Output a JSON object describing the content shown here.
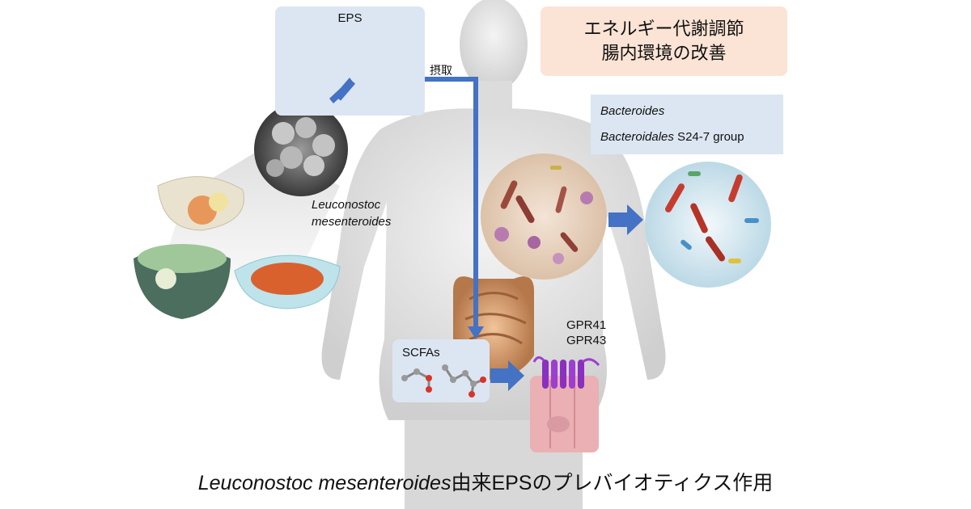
{
  "eps_panel": {
    "title": "EPS"
  },
  "intake_label": "摂取",
  "effects": {
    "line1": "エネルギー代謝調節",
    "line2": "腸内環境の改善"
  },
  "bacteria": {
    "item1": "Bacteroides",
    "item2_italic": "Bacteroidales",
    "item2_rest": " S24-7 group"
  },
  "organism": {
    "line1": "Leuconostoc",
    "line2": "mesenteroides"
  },
  "scfa_panel": {
    "title": "SCFAs"
  },
  "receptors": {
    "line1": "GPR41",
    "line2": "GPR43"
  },
  "caption": {
    "italic": "Leuconostoc mesenteroides",
    "rest": "由来EPSのプレバイオティクス作用"
  },
  "colors": {
    "panel_blue": "#dce6f2",
    "effect_peach": "#fbe4d5",
    "arrow_blue": "#4472c4"
  }
}
